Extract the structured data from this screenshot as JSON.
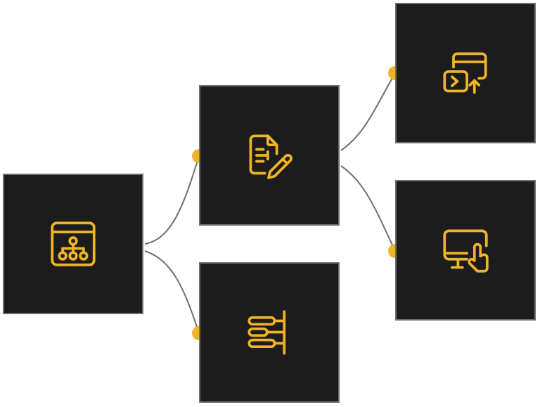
{
  "colors": {
    "node_background": "#1c1c1c",
    "node_border": "#6f6f6f",
    "accent": "#f0b429",
    "connector": "#6f6f6f"
  },
  "nodes": [
    {
      "id": "root",
      "icon": "sitemap-window-icon"
    },
    {
      "id": "plan",
      "icon": "document-edit-icon"
    },
    {
      "id": "list",
      "icon": "tree-list-icon"
    },
    {
      "id": "deploy",
      "icon": "terminal-upload-icon"
    },
    {
      "id": "screen",
      "icon": "touch-monitor-icon"
    }
  ],
  "edges": [
    {
      "from": "root",
      "to": "plan"
    },
    {
      "from": "root",
      "to": "list"
    },
    {
      "from": "plan",
      "to": "deploy"
    },
    {
      "from": "plan",
      "to": "screen"
    }
  ]
}
